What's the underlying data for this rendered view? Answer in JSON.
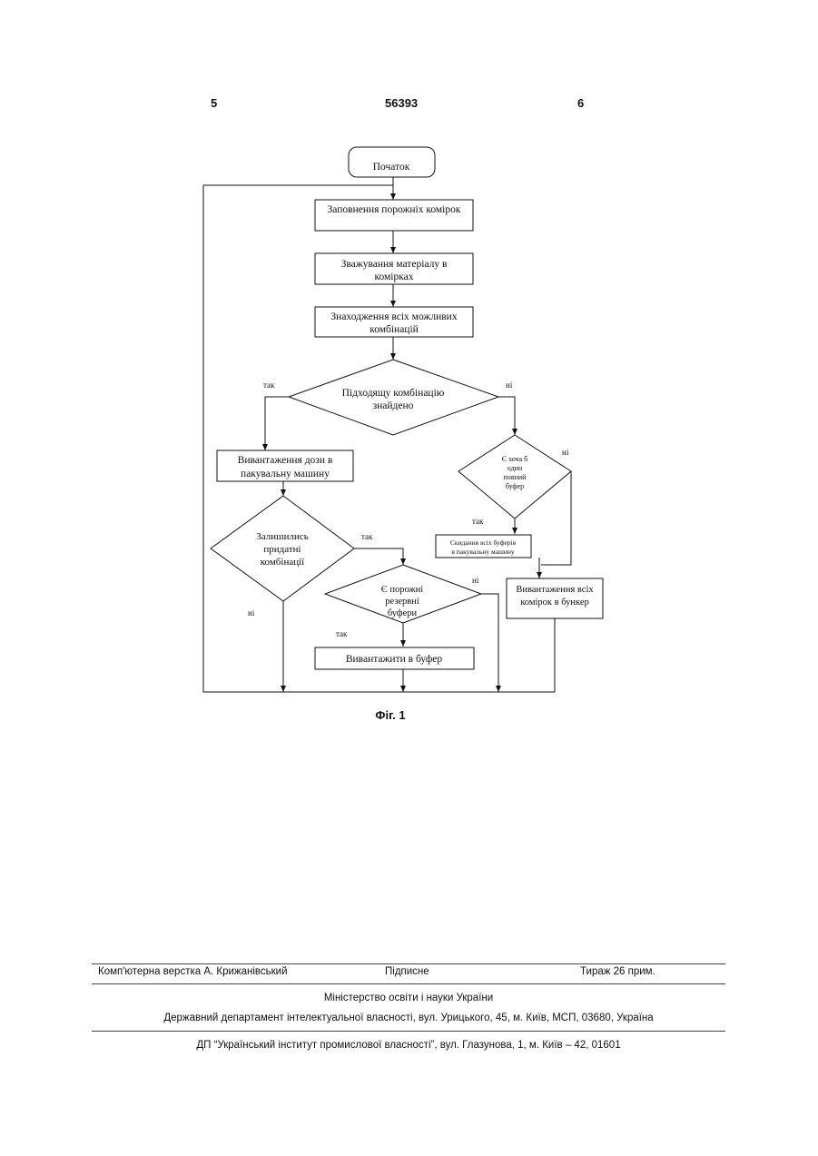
{
  "header": {
    "left_page": "5",
    "patent_number": "56393",
    "right_page": "6"
  },
  "flowchart": {
    "start": "Початок",
    "fill_cells": "Заповнення порожніх комірок",
    "weigh_line1": "Зважування матеріалу в",
    "weigh_line2": "комірках",
    "find_line1": "Знаходження всіх можливих",
    "find_line2": "комбінацій",
    "decision_found_line1": "Підходящу комбінацію",
    "decision_found_line2": "знайдено",
    "yes_label": "так",
    "no_label": "ні",
    "unload_dose_line1": "Вивантаження дози в",
    "unload_dose_line2": "пакувальну машину",
    "decision_full_line1": "Є хоча б",
    "decision_full_line2": "один",
    "decision_full_line3": "повний",
    "decision_full_line4": "буфер",
    "dump_buffers_line1": "Скидання всіх буферів",
    "dump_buffers_line2": "в пакувальну машину",
    "decision_remaining_line1": "Залишились",
    "decision_remaining_line2": "придатні",
    "decision_remaining_line3": "комбінації",
    "unload_all_line1": "Вивантаження всіх",
    "unload_all_line2": "комірок в бункер",
    "decision_empty_line1": "Є порожні",
    "decision_empty_line2": "резервні",
    "decision_empty_line3": "буфери",
    "unload_buffer": "Вивантажити в буфер"
  },
  "figure_caption": "Фіг. 1",
  "footer": {
    "typesetting": "Комп'ютерна верстка А. Крижанівський",
    "signed": "Підписне",
    "circulation": "Тираж 26 прим.",
    "ministry": "Міністерство освіти і науки України",
    "department": "Державний департамент інтелектуальної власності, вул. Урицького, 45, м. Київ, МСП, 03680, Україна",
    "institute": "ДП “Український інститут промислової власності”, вул. Глазунова, 1, м. Київ – 42, 01601"
  }
}
